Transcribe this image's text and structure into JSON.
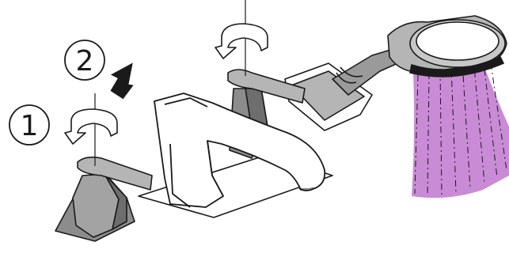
{
  "steps": [
    {
      "number": "1"
    },
    {
      "number": "2"
    }
  ],
  "icons": {
    "step_1_circle": "numbered-circle",
    "step_2_circle": "numbered-circle",
    "lift_arrow": "arrow-up-icon",
    "rotate_left": "rotate-arrow-icon",
    "rotate_right": "rotate-arrow-icon"
  },
  "colors": {
    "outline": "#1a1a1a",
    "metal": "#8c8c8c",
    "metal_light": "#b5b5b5",
    "metal_dark": "#6e6e6e",
    "water_spray": "#c98bd6",
    "background": "#ffffff"
  }
}
